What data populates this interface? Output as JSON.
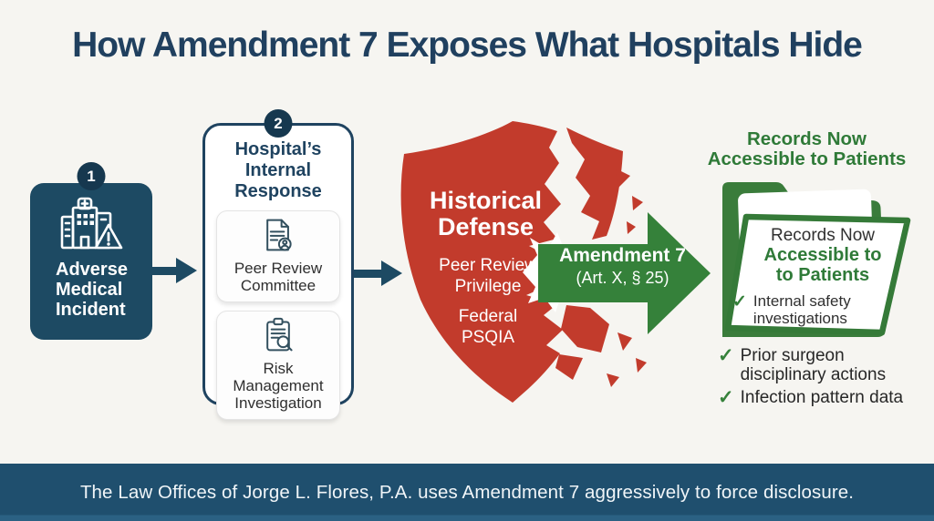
{
  "title": "How Amendment 7 Exposes What Hospitals Hide",
  "colors": {
    "background": "#f6f5f1",
    "navy": "#1d4a63",
    "navy_dark": "#16384f",
    "title_navy": "#20405f",
    "shield_red": "#c23b2c",
    "arrow_green": "#35813a",
    "text_green": "#2f7a38",
    "footer_blue": "#1f4f6e"
  },
  "flow": {
    "step1": {
      "number": "1",
      "icon": "hospital-alert-icon",
      "label": "Adverse\nMedical\nIncident"
    },
    "step2": {
      "number": "2",
      "title": "Hospital’s\nInternal\nResponse",
      "cards": [
        {
          "icon": "document-person-icon",
          "label": "Peer Review\nCommittee"
        },
        {
          "icon": "clipboard-search-icon",
          "label": "Risk\nManagement\nInvestigation"
        }
      ]
    },
    "shield": {
      "title": "Historical\nDefense",
      "privilege": "Peer Review\nPrivilege",
      "federal": "Federal\nPSQIA"
    },
    "amendment": {
      "title": "Amendment 7",
      "subtitle": "(Art. X, § 25)"
    },
    "records": {
      "header": "Records Now\nAccessible to Patients",
      "folder_card": {
        "line1": "Records Now",
        "line2": "Accessible to",
        "line3": "to Patients",
        "check": "✓",
        "item": "Internal safety\ninvestigations"
      },
      "checklist": [
        {
          "check": "✓",
          "label": "Prior surgeon\ndisciplinary actions"
        },
        {
          "check": "✓",
          "label": "Infection pattern data"
        }
      ]
    }
  },
  "footer": {
    "text": "The Law Offices of Jorge L. Flores, P.A. uses Amendment 7 aggressively to force disclosure."
  }
}
